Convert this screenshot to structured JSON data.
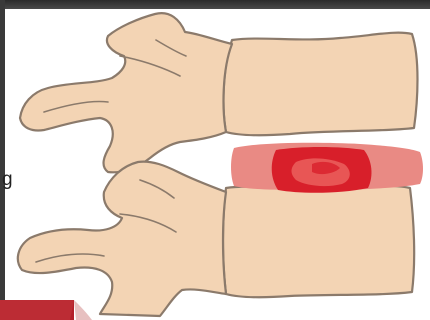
{
  "page": {
    "caption_fragment": "g"
  },
  "colors": {
    "bone_fill": "#f3d4b4",
    "bone_stroke": "#8b7a6b",
    "disc_outer": "#e98a84",
    "disc_inner": "#d81f2a",
    "disc_core": "#ee6a64",
    "frame_dark": "#3a3a3a",
    "photo_inset": "#b3202a"
  },
  "diagram": {
    "subject": "lumbar-vertebrae-with-herniated-disc",
    "parts": [
      "upper-vertebra",
      "lower-vertebra",
      "intervertebral-disc",
      "nucleus"
    ]
  }
}
